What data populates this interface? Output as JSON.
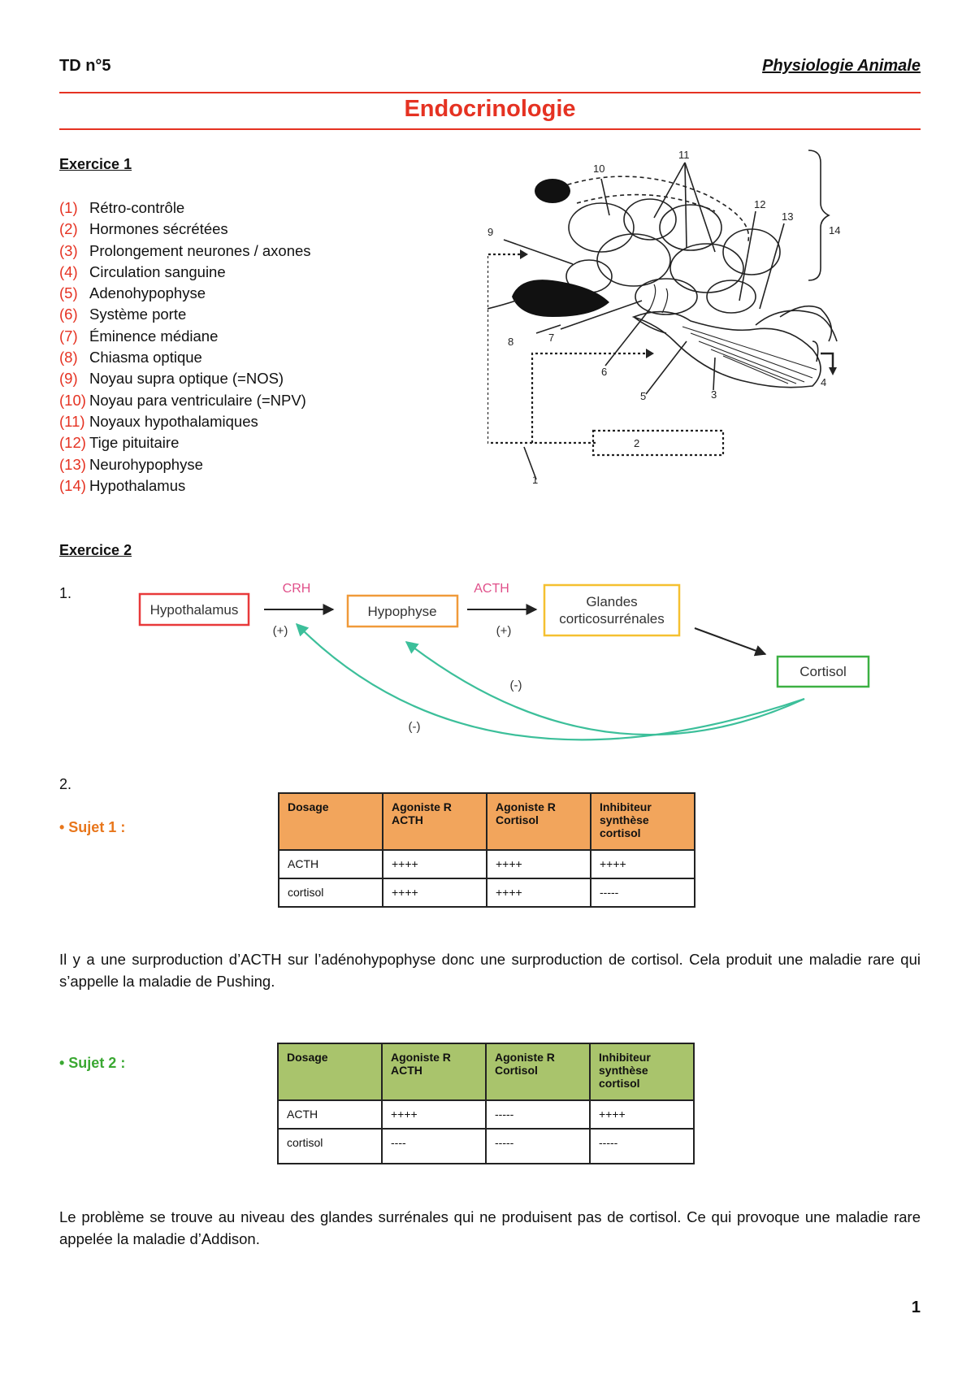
{
  "header": {
    "left": "TD n°5",
    "right": "Physiologie Animale"
  },
  "title": "Endocrinologie",
  "exercice1": {
    "title": "Exercice 1",
    "items": [
      {
        "num": "(1)",
        "text": "Rétro-contrôle"
      },
      {
        "num": "(2)",
        "text": "Hormones sécrétées"
      },
      {
        "num": "(3)",
        "text": "Prolongement neurones / axones"
      },
      {
        "num": "(4)",
        "text": "Circulation sanguine"
      },
      {
        "num": "(5)",
        "text": "Adenohypophyse"
      },
      {
        "num": "(6)",
        "text": "Système porte"
      },
      {
        "num": "(7)",
        "text": "Éminence médiane"
      },
      {
        "num": "(8)",
        "text": "Chiasma optique"
      },
      {
        "num": "(9)",
        "text": "Noyau supra optique (=NOS)"
      },
      {
        "num": "(10)",
        "text": "Noyau para ventriculaire (=NPV)"
      },
      {
        "num": "(11)",
        "text": "Noyaux hypothalamiques"
      },
      {
        "num": "(12)",
        "text": "Tige pituitaire"
      },
      {
        "num": "(13)",
        "text": "Neurohypophyse"
      },
      {
        "num": "(14)",
        "text": "Hypothalamus"
      }
    ],
    "figure_labels": [
      "1",
      "2",
      "3",
      "4",
      "5",
      "6",
      "7",
      "8",
      "9",
      "10",
      "11",
      "12",
      "13",
      "14"
    ]
  },
  "exercice2": {
    "title": "Exercice 2",
    "step1": "1.",
    "diagram": {
      "hypothalamus": "Hypothalamus",
      "hypophyse": "Hypophyse",
      "glandes_line1": "Glandes",
      "glandes_line2": "corticosurrénales",
      "cortisol": "Cortisol",
      "crh": "CRH",
      "acth": "ACTH",
      "plus1": "(+)",
      "plus2": "(+)",
      "minus1": "(-)",
      "minus2": "(-)",
      "colors": {
        "hypothalamus": "#e8393a",
        "hypophyse": "#f09a3a",
        "glandes": "#f5c030",
        "cortisol": "#3cb043",
        "hormone_label": "#e0508a",
        "feedback": "#3cbf9a"
      }
    },
    "step2": "2.",
    "sujet1": {
      "label": "• Sujet 1 :",
      "color": "#e8761b",
      "header_color": "#f2a55c",
      "headers": [
        [
          "Dosage"
        ],
        [
          "Agoniste R",
          "ACTH"
        ],
        [
          "Agoniste R",
          "Cortisol"
        ],
        [
          "Inhibiteur",
          "synthèse",
          "cortisol"
        ]
      ],
      "rows": [
        [
          "ACTH",
          "++++",
          "++++",
          "++++"
        ],
        [
          "cortisol",
          "++++",
          "++++",
          "-----"
        ]
      ],
      "text": "Il y a une surproduction d’ACTH sur l’adénohypophyse donc une surproduction de cortisol. Cela produit une maladie rare qui s’appelle la maladie de Pushing."
    },
    "sujet2": {
      "label": "• Sujet 2 :",
      "color": "#3aa832",
      "header_color": "#a9c46c",
      "headers": [
        [
          "Dosage"
        ],
        [
          "Agoniste R",
          "ACTH"
        ],
        [
          "Agoniste R",
          "Cortisol"
        ],
        [
          "Inhibiteur",
          "synthèse",
          "cortisol"
        ]
      ],
      "rows": [
        [
          "ACTH",
          "++++",
          "-----",
          "++++"
        ],
        [
          "cortisol",
          "----",
          "-----",
          "-----"
        ]
      ],
      "text": "Le problème se trouve au niveau des glandes surrénales qui ne produisent pas de cortisol. Ce qui provoque une maladie rare appelée la maladie d’Addison."
    }
  },
  "page_number": "1"
}
